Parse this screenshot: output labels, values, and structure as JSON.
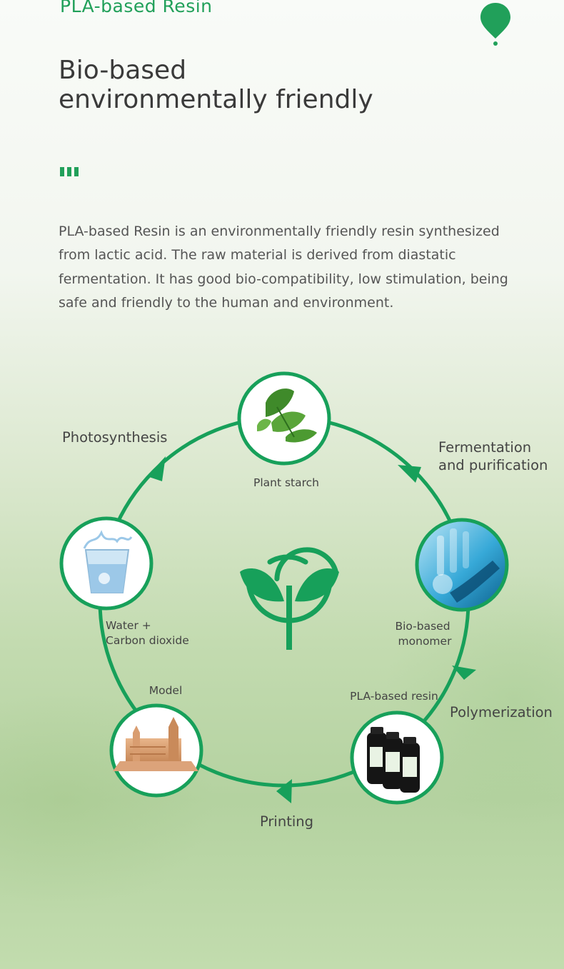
{
  "header": {
    "product_name": "PLA-based Resin",
    "heading_line1": "Bio-based",
    "heading_line2": "environmentally friendly",
    "description": "PLA-based Resin is an environmentally friendly resin synthesized from lactic acid. The raw material is derived from diastatic fermentation. It has good bio-compatibility, low stimulation, being safe and friendly to the human and environment."
  },
  "cycle": {
    "nodes": {
      "plant_starch": "Plant starch",
      "bio_monomer_line1": "Bio-based",
      "bio_monomer_line2": "monomer",
      "pla_resin": "PLA-based resin",
      "model": "Model",
      "water_line1": "Water +",
      "water_line2": "Carbon dioxide"
    },
    "processes": {
      "photosynthesis": "Photosynthesis",
      "fermentation_line1": "Fermentation",
      "fermentation_line2": "and purification",
      "polymerization": "Polymerization",
      "printing": "Printing"
    }
  },
  "colors": {
    "accent": "#21a05a",
    "heading": "#3a3a3a",
    "body_text": "#555555"
  },
  "icons": [
    "location-pin-icon",
    "sprout-logo-icon",
    "leaf-icon",
    "lab-icon",
    "resin-bottles-icon",
    "cathedral-model-icon",
    "water-glass-icon"
  ]
}
